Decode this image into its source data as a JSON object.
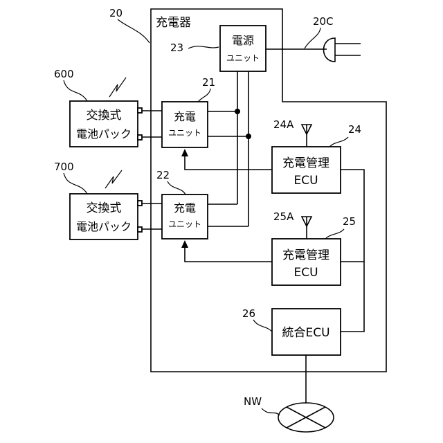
{
  "charger": {
    "ref": "20",
    "label": "充電器",
    "plug_ref": "20C"
  },
  "power_unit": {
    "ref": "23",
    "line1": "電源",
    "line2": "ユニット"
  },
  "charge_unit_1": {
    "ref": "21",
    "line1": "充電",
    "line2": "ユニット"
  },
  "charge_unit_2": {
    "ref": "22",
    "line1": "充電",
    "line2": "ユニット"
  },
  "battery_1": {
    "ref": "600",
    "line1": "交換式",
    "line2": "電池パック"
  },
  "battery_2": {
    "ref": "700",
    "line1": "交換式",
    "line2": "電池パック"
  },
  "ecu_1": {
    "ref": "24",
    "antenna_ref": "24A",
    "line1": "充電管理",
    "line2": "ECU"
  },
  "ecu_2": {
    "ref": "25",
    "antenna_ref": "25A",
    "line1": "充電管理",
    "line2": "ECU"
  },
  "integrated_ecu": {
    "ref": "26",
    "label": "統合ECU"
  },
  "network": {
    "ref": "NW"
  },
  "icons": {
    "wireless": "lightning-zigzag",
    "plug": "power-plug",
    "antenna": "triangle-antenna",
    "network": "circle-with-x"
  }
}
